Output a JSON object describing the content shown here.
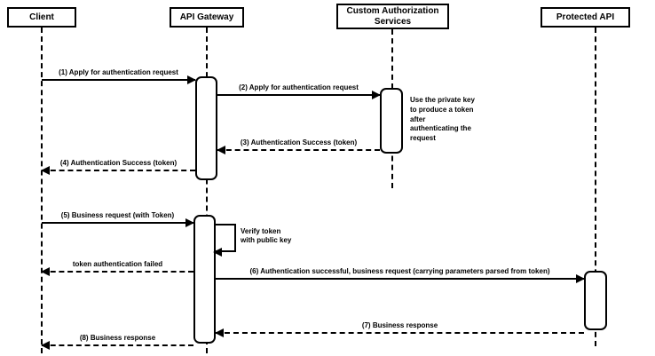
{
  "colors": {
    "line": "#000000",
    "background": "#ffffff"
  },
  "actors": [
    {
      "id": "client",
      "label": "Client"
    },
    {
      "id": "api-gateway",
      "label": "API Gateway"
    },
    {
      "id": "custom-authorization-services",
      "label": "Custom Authorization Services"
    },
    {
      "id": "protected-api",
      "label": "Protected API"
    }
  ],
  "messages": [
    {
      "seq": "1",
      "label": "(1) Apply for authentication request",
      "from": "Client",
      "to": "API Gateway",
      "line": "solid"
    },
    {
      "seq": "2",
      "label": "(2) Apply for authentication request",
      "from": "API Gateway",
      "to": "Custom Authorization Services",
      "line": "solid"
    },
    {
      "seq": "3",
      "label": "(3) Authentication Success (token)",
      "from": "Custom Authorization Services",
      "to": "API Gateway",
      "line": "dashed"
    },
    {
      "seq": "4",
      "label": "(4) Authentication Success (token)",
      "from": "API Gateway",
      "to": "Client",
      "line": "dashed"
    },
    {
      "seq": "5",
      "label": "(5) Business request (with Token)",
      "from": "Client",
      "to": "API Gateway",
      "line": "solid"
    },
    {
      "seq": "",
      "label": "Verify token\nwith public key",
      "from": "API Gateway",
      "to": "API Gateway",
      "line": "self"
    },
    {
      "seq": "",
      "label": "token authentication failed",
      "from": "API Gateway",
      "to": "Client",
      "line": "dashed"
    },
    {
      "seq": "6",
      "label": "(6) Authentication successful, business request (carrying parameters parsed from token)",
      "from": "API Gateway",
      "to": "Protected API",
      "line": "solid"
    },
    {
      "seq": "7",
      "label": "(7) Business response",
      "from": "Protected API",
      "to": "API Gateway",
      "line": "dashed"
    },
    {
      "seq": "8",
      "label": "(8) Business response",
      "from": "API Gateway",
      "to": "Client",
      "line": "dashed"
    }
  ],
  "notes": [
    {
      "text": "Use the private key to produce a token after authenticating the request",
      "attached_to": "Custom Authorization Services"
    }
  ]
}
